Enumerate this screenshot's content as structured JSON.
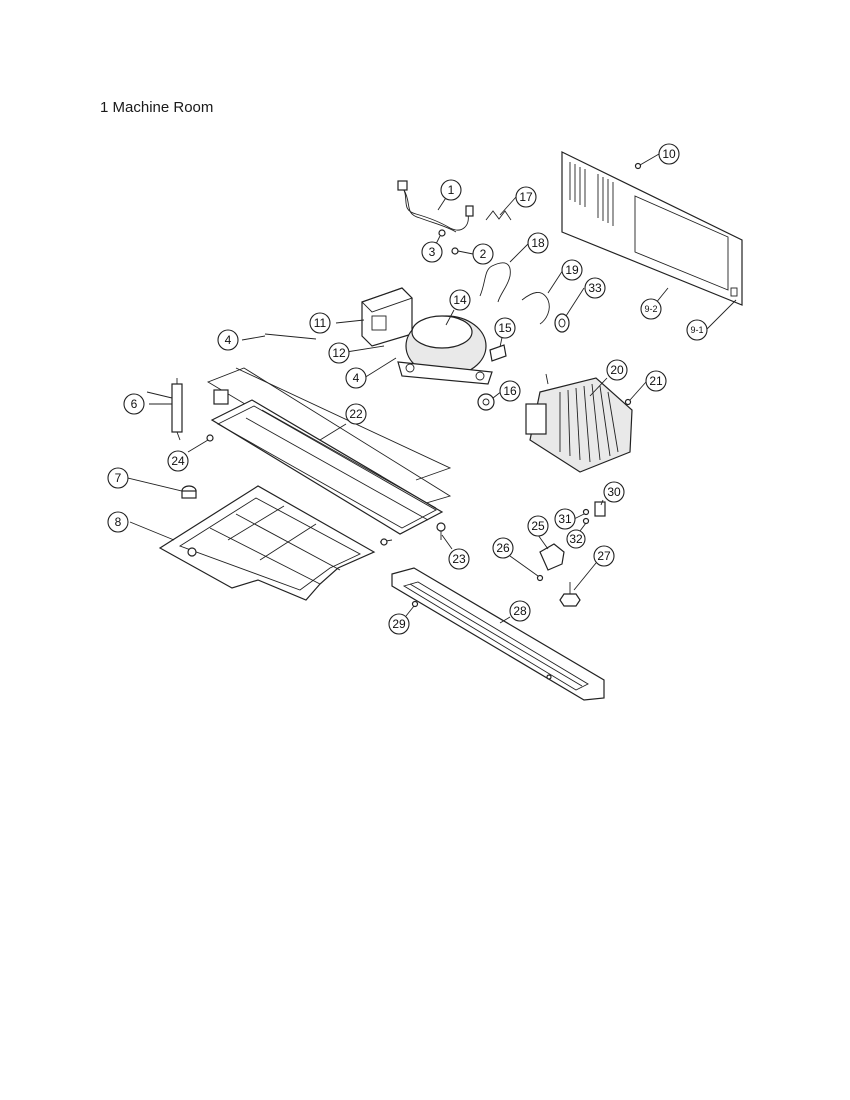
{
  "heading": "1 Machine Room",
  "callouts": {
    "c1": "1",
    "c2": "2",
    "c3": "3",
    "c4a": "4",
    "c4b": "4",
    "c6": "6",
    "c7": "7",
    "c8": "8",
    "c9_1": "9-1",
    "c9_2": "9-2",
    "c10": "10",
    "c11": "11",
    "c12": "12",
    "c14": "14",
    "c15": "15",
    "c16": "16",
    "c17": "17",
    "c18": "18",
    "c19": "19",
    "c20": "20",
    "c21": "21",
    "c22": "22",
    "c23": "23",
    "c24": "24",
    "c25": "25",
    "c26": "26",
    "c27": "27",
    "c28": "28",
    "c29": "29",
    "c30": "30",
    "c31": "31",
    "c32": "32",
    "c33": "33"
  }
}
